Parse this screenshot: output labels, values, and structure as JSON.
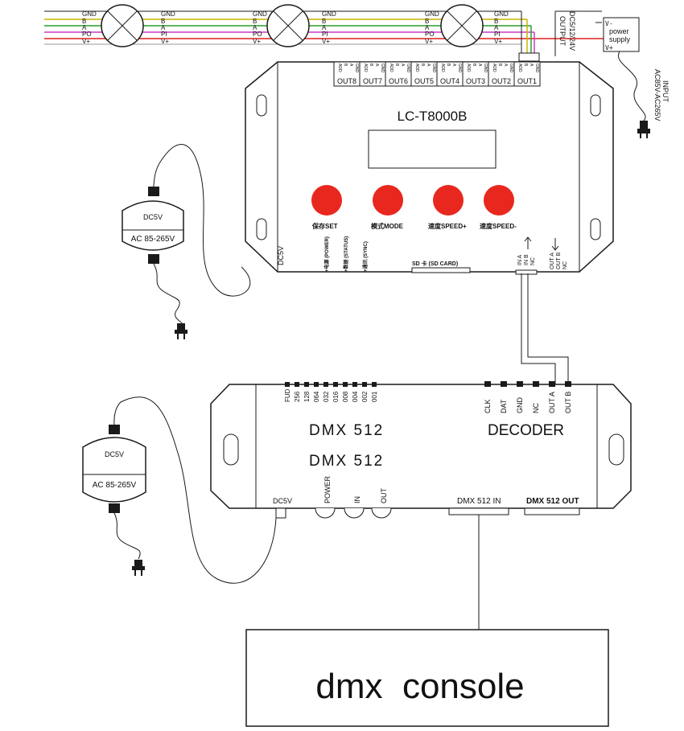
{
  "colors": {
    "line": "#1a1a1a",
    "button_red": "#e8281e",
    "wire_gnd": "#c8b400",
    "wire_b": "#2a9d2a",
    "wire_a": "#c83cc8",
    "wire_po": "#e01f1f",
    "wire_vplus": "#9a9a9a"
  },
  "top_strip": {
    "wire_labels": [
      "GND",
      "B",
      "A",
      "PO",
      "V+"
    ],
    "wire_labels_out": [
      "GND",
      "B",
      "A",
      "PI",
      "V+"
    ],
    "output_label": "OUTPUT",
    "voltage_label": "DC5/12/24V",
    "power_supply": {
      "vminus": "V-",
      "line1": "power",
      "line2": "supply",
      "vplus": "V+"
    },
    "input_label": "INPUT",
    "input_range": "AC85V-AC265V"
  },
  "controller": {
    "model": "LC-T8000B",
    "outputs": [
      "OUT8",
      "OUT7",
      "OUT6",
      "OUT5",
      "OUT4",
      "OUT3",
      "OUT2",
      "OUT1"
    ],
    "port_pins": [
      "ADD",
      "B",
      "A",
      "GND"
    ],
    "buttons": [
      "保存SET",
      "模式MODE",
      "速度SPEED+",
      "速度SPEED-"
    ],
    "left_ports": [
      "DC5V",
      "+电源 (POWER)",
      "+数据 (STATUS)",
      "+通讯 (SYNC)"
    ],
    "sd_card": "SD 卡 (SD CARD)",
    "input_pins": [
      "IN A",
      "IN B",
      "NC"
    ],
    "output_pins": [
      "OUT A",
      "OUT B",
      "NC"
    ]
  },
  "adapter1": {
    "top": "DC5V",
    "bottom": "AC 85-265V"
  },
  "adapter2": {
    "top": "DC5V",
    "bottom": "AC 85-265V"
  },
  "decoder": {
    "title_left_1": "DMX 512",
    "title_left_2": "DMX 512",
    "title_right": "DECODER",
    "dip_labels": [
      "FUD",
      "256",
      "128",
      "064",
      "032",
      "016",
      "008",
      "004",
      "002",
      "001"
    ],
    "right_pins": [
      "CLK",
      "DAT",
      "GND",
      "NC",
      "OUT A",
      "OUT B"
    ],
    "dc_label": "DC5V",
    "power_label": "POWER",
    "in_label": "IN",
    "out_label": "OUT",
    "dmx_in": "DMX 512 IN",
    "dmx_out": "DMX 512 OUT"
  },
  "console": {
    "label": "dmx  console"
  }
}
